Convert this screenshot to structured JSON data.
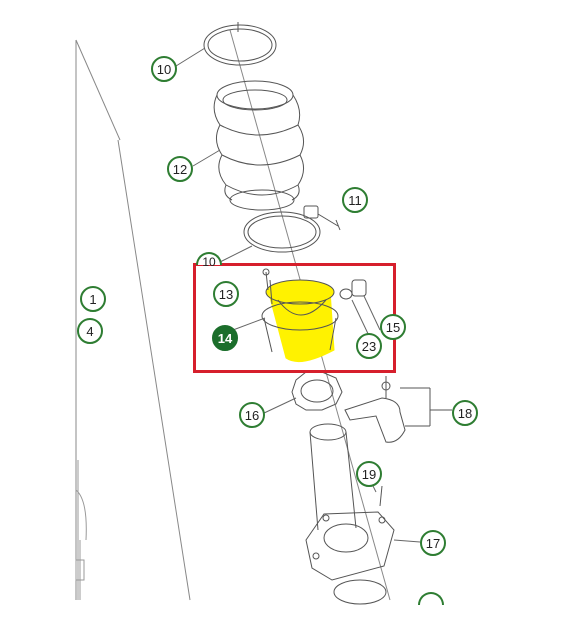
{
  "diagram": {
    "highlight_color": "#d61f2c",
    "part_fill_color": "#fff200",
    "callout_border_color": "#2e7d32",
    "active_callout_color": "#1b6e2b",
    "callouts": [
      {
        "id": "c10a",
        "label": "10",
        "active": false
      },
      {
        "id": "c12",
        "label": "12",
        "active": false
      },
      {
        "id": "c11",
        "label": "11",
        "active": false
      },
      {
        "id": "c10b",
        "label": "10",
        "active": false
      },
      {
        "id": "c13",
        "label": "13",
        "active": false
      },
      {
        "id": "c14",
        "label": "14",
        "active": true
      },
      {
        "id": "c15",
        "label": "15",
        "active": false
      },
      {
        "id": "c23",
        "label": "23",
        "active": false
      },
      {
        "id": "c1",
        "label": "1",
        "active": false
      },
      {
        "id": "c4",
        "label": "4",
        "active": false
      },
      {
        "id": "c16",
        "label": "16",
        "active": false
      },
      {
        "id": "c18",
        "label": "18",
        "active": false
      },
      {
        "id": "c19",
        "label": "19",
        "active": false
      },
      {
        "id": "c17",
        "label": "17",
        "active": false
      }
    ]
  }
}
